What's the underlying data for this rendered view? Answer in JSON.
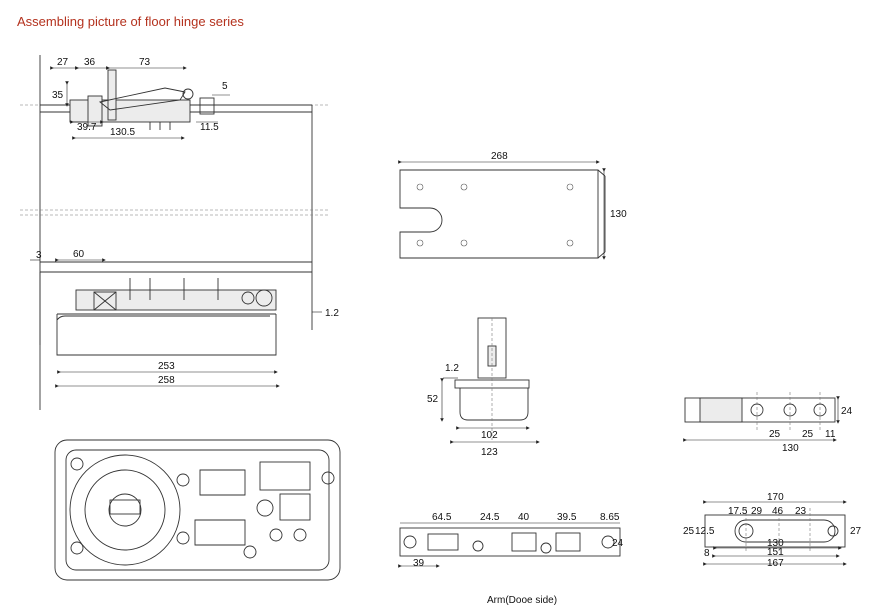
{
  "title": "Assembling picture of floor hinge series",
  "caption": "Arm(Dooe side)",
  "dims": {
    "top_view": [
      "27",
      "36",
      "73",
      "35",
      "5",
      "39.7",
      "11.5",
      "130.5"
    ],
    "side_view": [
      "3",
      "60",
      "1.2",
      "253",
      "258"
    ],
    "cover_plate": [
      "268",
      "130"
    ],
    "end_view": [
      "1.2",
      "52",
      "102",
      "123"
    ],
    "pivot_side": [
      "24",
      "25",
      "25",
      "11",
      "130"
    ],
    "arm_strip": [
      "64.5",
      "24.5",
      "40",
      "39.5",
      "8.65",
      "24",
      "39"
    ],
    "arm_top": [
      "170",
      "17.5",
      "29",
      "46",
      "23",
      "25",
      "12.5",
      "27",
      "130",
      "8",
      "151",
      "167"
    ]
  },
  "colors": {
    "title": "#b4321e",
    "line": "#333333"
  }
}
